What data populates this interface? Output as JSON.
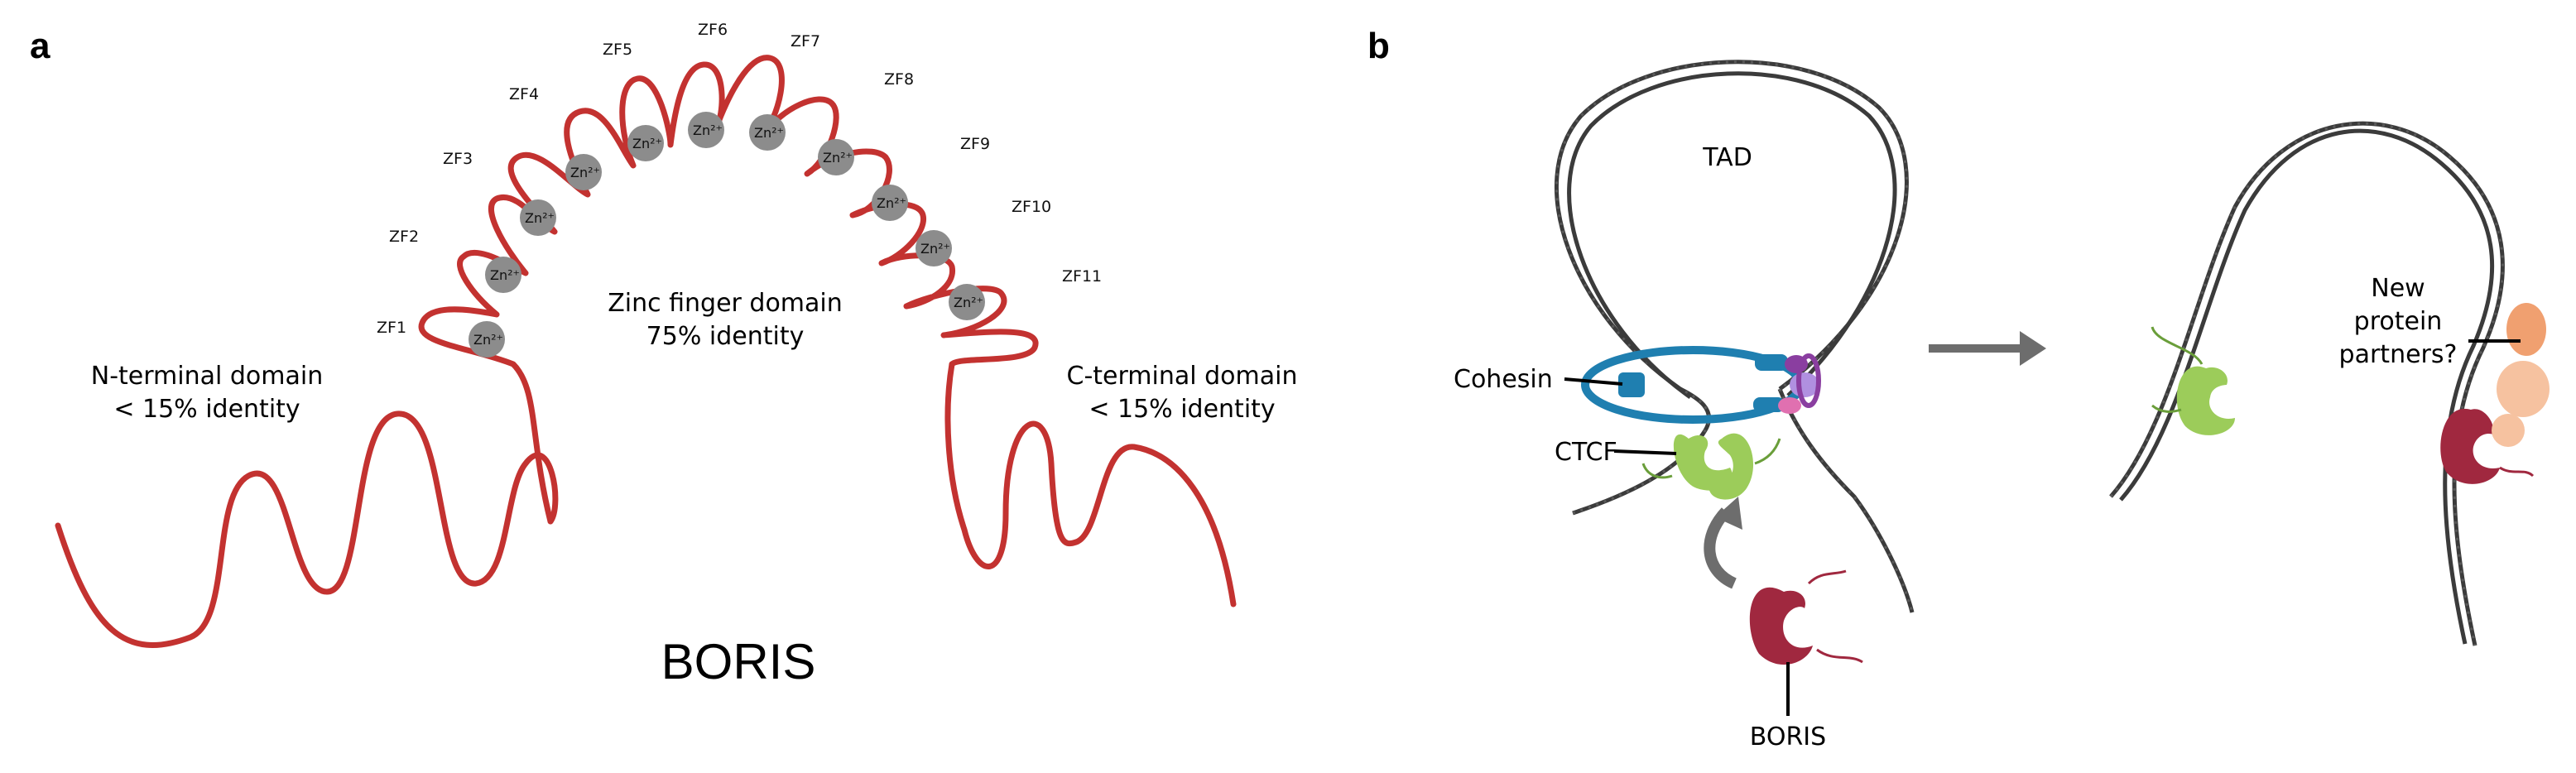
{
  "panel_a": {
    "letter": "a",
    "zinc_fingers": [
      {
        "label": "ZF1",
        "ion": "Zn²⁺"
      },
      {
        "label": "ZF2",
        "ion": "Zn²⁺"
      },
      {
        "label": "ZF3",
        "ion": "Zn²⁺"
      },
      {
        "label": "ZF4",
        "ion": "Zn²⁺"
      },
      {
        "label": "ZF5",
        "ion": "Zn²⁺"
      },
      {
        "label": "ZF6",
        "ion": "Zn²⁺"
      },
      {
        "label": "ZF7",
        "ion": "Zn²⁺"
      },
      {
        "label": "ZF8",
        "ion": "Zn²⁺"
      },
      {
        "label": "ZF9",
        "ion": "Zn²⁺"
      },
      {
        "label": "ZF10",
        "ion": "Zn²⁺"
      },
      {
        "label": "ZF11",
        "ion": "Zn²⁺"
      }
    ],
    "n_terminal": {
      "line1": "N-terminal domain",
      "line2": "< 15% identity"
    },
    "zinc_finger_domain": {
      "line1": "Zinc finger domain",
      "line2": "75% identity"
    },
    "c_terminal": {
      "line1": "C-terminal domain",
      "line2": "< 15% identity"
    },
    "protein_name": "BORIS",
    "colors": {
      "chain": "#c33230",
      "zinc_ion": "#8c8c8c"
    }
  },
  "panel_b": {
    "letter": "b",
    "tad_label": "TAD",
    "cohesin_label": "Cohesin",
    "ctcf_label": "CTCF",
    "boris_label": "BORIS",
    "partners_label": {
      "line1": "New",
      "line2": "protein",
      "line3": "partners?"
    },
    "colors": {
      "dna": "#3b3b3b",
      "cohesin": "#1f7fb0",
      "ctcf": "#9ccc5a",
      "boris": "#a0283f",
      "partner": "#f0a070",
      "arrow": "#6d6d6d",
      "purple_factor": "#8a3ea0"
    }
  }
}
